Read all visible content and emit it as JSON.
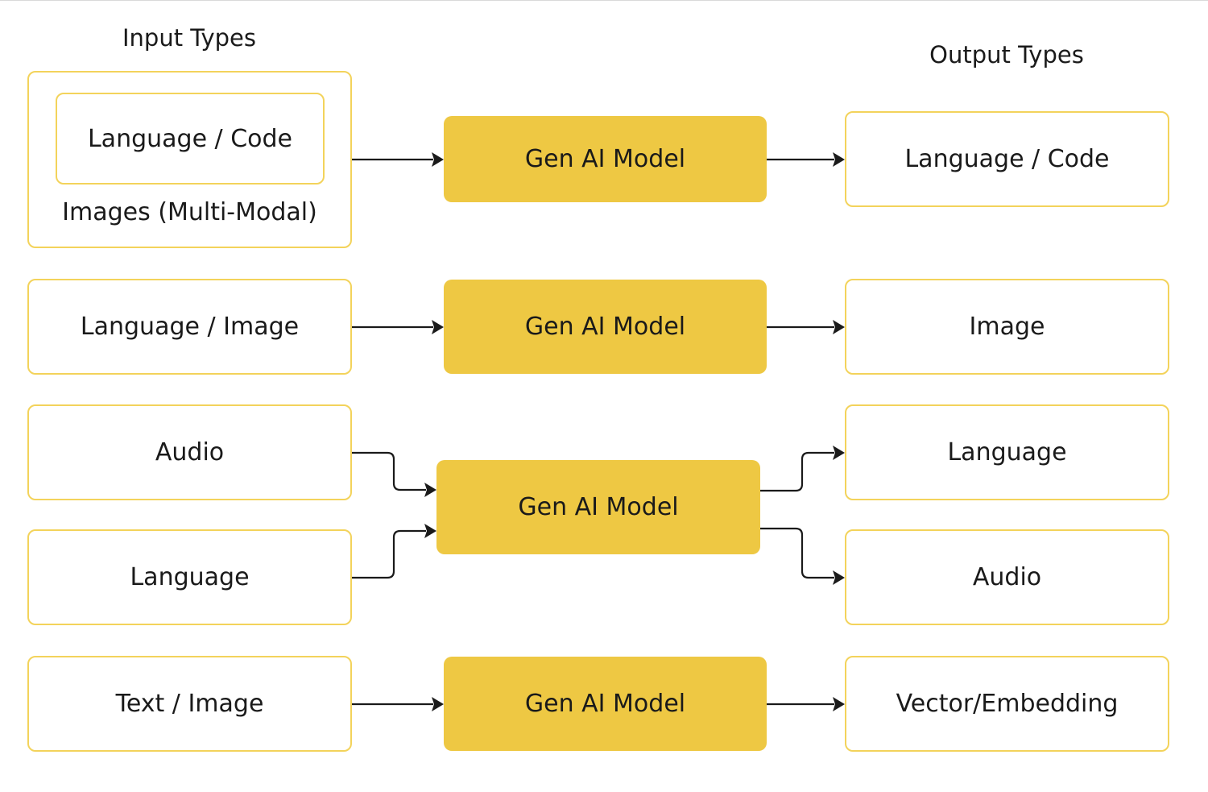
{
  "headings": {
    "input": "Input Types",
    "output": "Output Types"
  },
  "model_label": "Gen AI Model",
  "rows": [
    {
      "inputs": [
        {
          "label": "Language / Code",
          "secondary": "Images (Multi-Modal)"
        }
      ],
      "outputs": [
        {
          "label": "Language / Code"
        }
      ]
    },
    {
      "inputs": [
        {
          "label": "Language / Image"
        }
      ],
      "outputs": [
        {
          "label": "Image"
        }
      ]
    },
    {
      "inputs": [
        {
          "label": "Audio"
        },
        {
          "label": "Language"
        }
      ],
      "outputs": [
        {
          "label": "Language"
        },
        {
          "label": "Audio"
        }
      ]
    },
    {
      "inputs": [
        {
          "label": "Text / Image"
        }
      ],
      "outputs": [
        {
          "label": "Vector/Embedding"
        }
      ]
    }
  ],
  "colors": {
    "box_border": "#f3d35b",
    "model_fill": "#eec843",
    "arrow": "#1a1a1a"
  }
}
